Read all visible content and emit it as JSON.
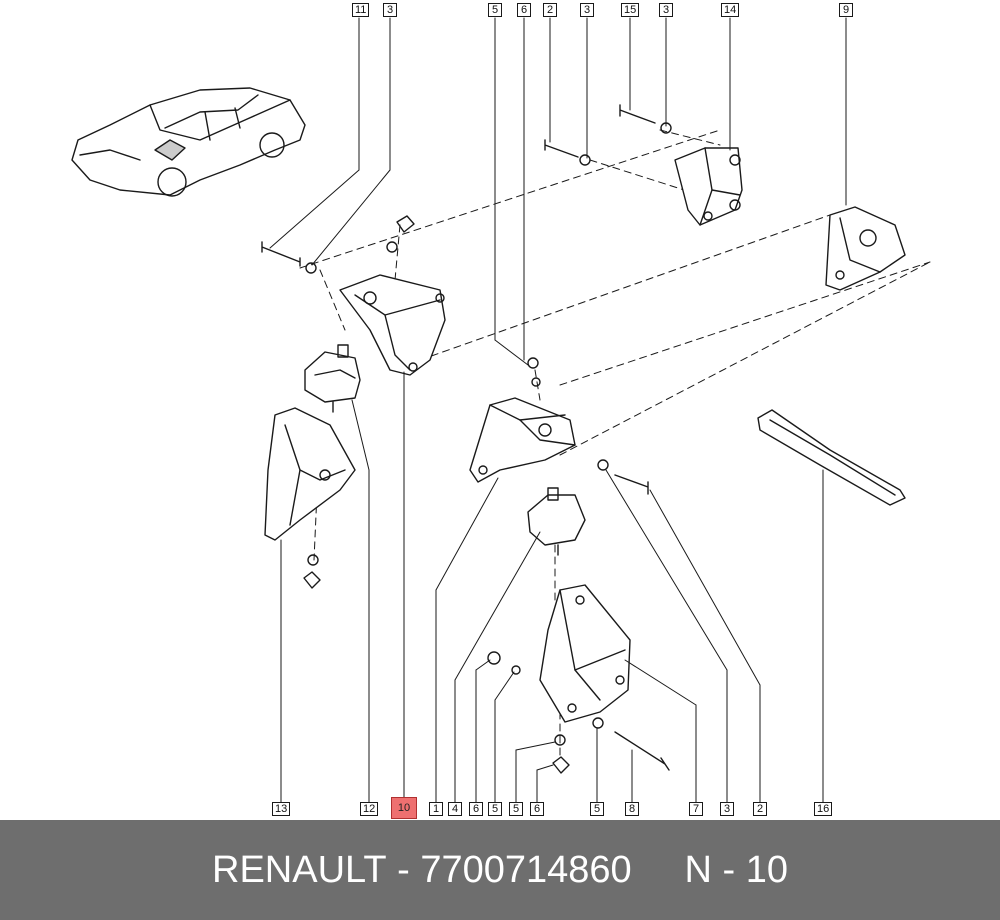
{
  "callouts_top": [
    {
      "id": "t11",
      "label": "11"
    },
    {
      "id": "t3a",
      "label": "3"
    },
    {
      "id": "t5",
      "label": "5"
    },
    {
      "id": "t6",
      "label": "6"
    },
    {
      "id": "t2",
      "label": "2"
    },
    {
      "id": "t3b",
      "label": "3"
    },
    {
      "id": "t15",
      "label": "15"
    },
    {
      "id": "t3c",
      "label": "3"
    },
    {
      "id": "t14",
      "label": "14"
    },
    {
      "id": "t9",
      "label": "9"
    }
  ],
  "callouts_bottom": [
    {
      "id": "b13",
      "label": "13"
    },
    {
      "id": "b12",
      "label": "12"
    },
    {
      "id": "b10",
      "label": "10",
      "highlight": true
    },
    {
      "id": "b1",
      "label": "1"
    },
    {
      "id": "b4",
      "label": "4"
    },
    {
      "id": "b6a",
      "label": "6"
    },
    {
      "id": "b5a",
      "label": "5"
    },
    {
      "id": "b5b",
      "label": "5"
    },
    {
      "id": "b6b",
      "label": "6"
    },
    {
      "id": "b5c",
      "label": "5"
    },
    {
      "id": "b8",
      "label": "8"
    },
    {
      "id": "b7",
      "label": "7"
    },
    {
      "id": "b3",
      "label": "3"
    },
    {
      "id": "b2",
      "label": "2"
    },
    {
      "id": "b16",
      "label": "16"
    }
  ],
  "footer": {
    "brand": "RENAULT",
    "separator": " - ",
    "part_number": "7700714860",
    "spacer": "     ",
    "ref": "N - 10"
  },
  "colors": {
    "footer_bg": "#6e6e6e",
    "highlight": "#ee7070",
    "line": "#1a1a1a"
  }
}
